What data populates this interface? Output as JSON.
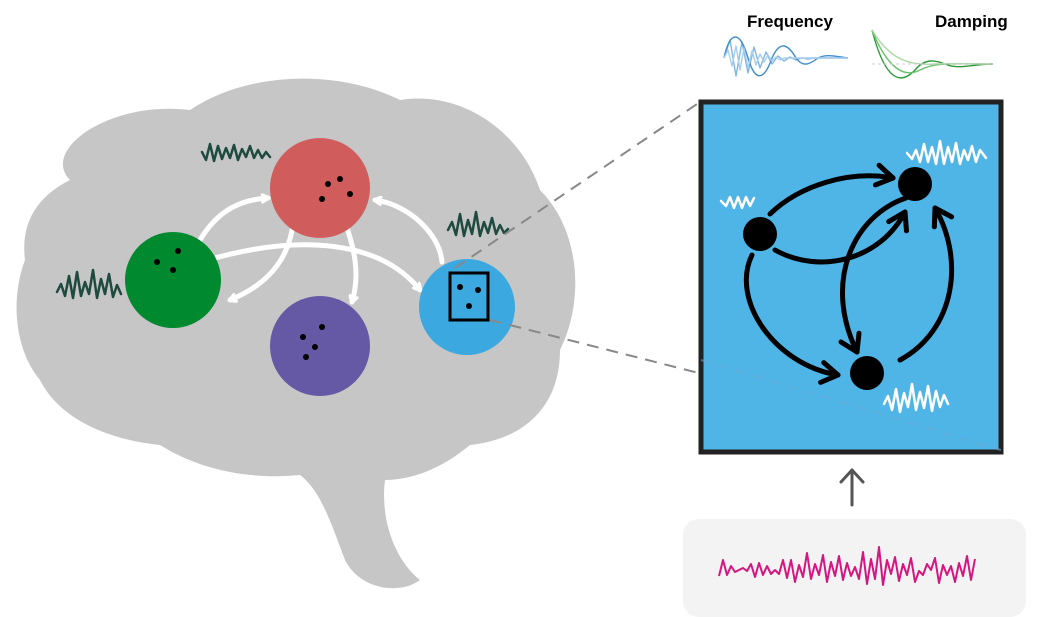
{
  "labels": {
    "frequency": "Frequency",
    "damping": "Damping"
  },
  "colors": {
    "brain": "#c6c6c6",
    "region_red": "#d05c5c",
    "region_green": "#00892f",
    "region_purple": "#6558a4",
    "region_blue": "#3ba9e0",
    "zoom_panel": "#4fb4e6",
    "wave_dark": "#1f4a3f",
    "input_signal": "#d6157f",
    "input_panel": "#f3f3f3",
    "frequency_curves": "#3f8ccf",
    "damping_curves": "#2f9a3a"
  },
  "icons": [
    "brain-outline",
    "dice-icon",
    "up-arrow-icon"
  ]
}
